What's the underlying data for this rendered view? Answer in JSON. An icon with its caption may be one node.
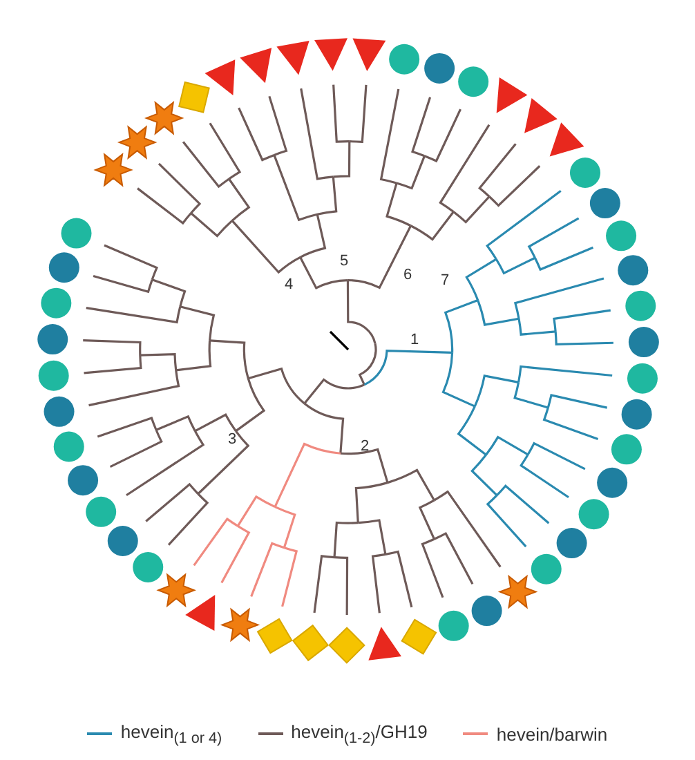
{
  "diagram": {
    "labels": [
      "4",
      "5",
      "6",
      "7",
      "1",
      "3",
      "2"
    ],
    "legend": [
      {
        "text": "hevein$_{(1 or 4)}$"
      },
      {
        "text": "hevein$_{(1-2)}$/GH19"
      },
      {
        "text": "hevein/barwin"
      }
    ]
  }
}
